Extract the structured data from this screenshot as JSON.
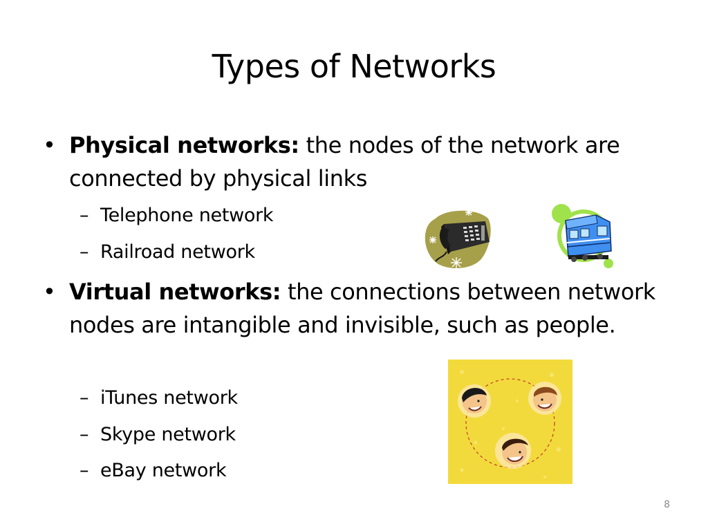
{
  "slide": {
    "title": "Types of Networks",
    "page_number": "8",
    "bullets": [
      {
        "term": "Physical networks:",
        "text": "the nodes of the network are connected by physical links",
        "subitems": [
          "Telephone network",
          "Railroad network"
        ]
      },
      {
        "term": "Virtual networks:",
        "text": "the connections between network nodes are intangible and invisible, such as people.",
        "subitems": [
          "iTunes network",
          "Skype network",
          "eBay network"
        ]
      }
    ],
    "bullet_glyph": "•",
    "dash_glyph": "–"
  },
  "colors": {
    "telephone_blob": "#a7a04b",
    "train_green": "#9fe24b",
    "train_blue": "#3f8ff0",
    "people_bg": "#f2da3c"
  },
  "icons": [
    "telephone-icon",
    "train-icon",
    "people-network-icon"
  ]
}
